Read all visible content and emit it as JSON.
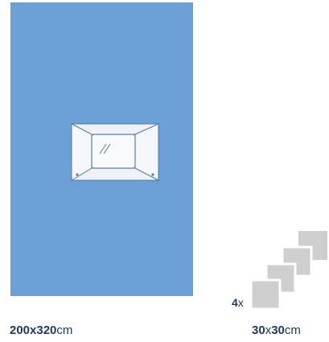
{
  "drape": {
    "color": "#6aa0d6",
    "fenestration_icon": "adhesive-window-icon",
    "dimension": {
      "width": "200",
      "sep": "x",
      "height": "320",
      "unit": "cm"
    }
  },
  "swabs": {
    "color": "#cfcfcf",
    "count": {
      "number": "4",
      "suffix": "x"
    },
    "dimension": {
      "width": "30",
      "sep": "x",
      "height": "30",
      "unit": "cm"
    }
  }
}
